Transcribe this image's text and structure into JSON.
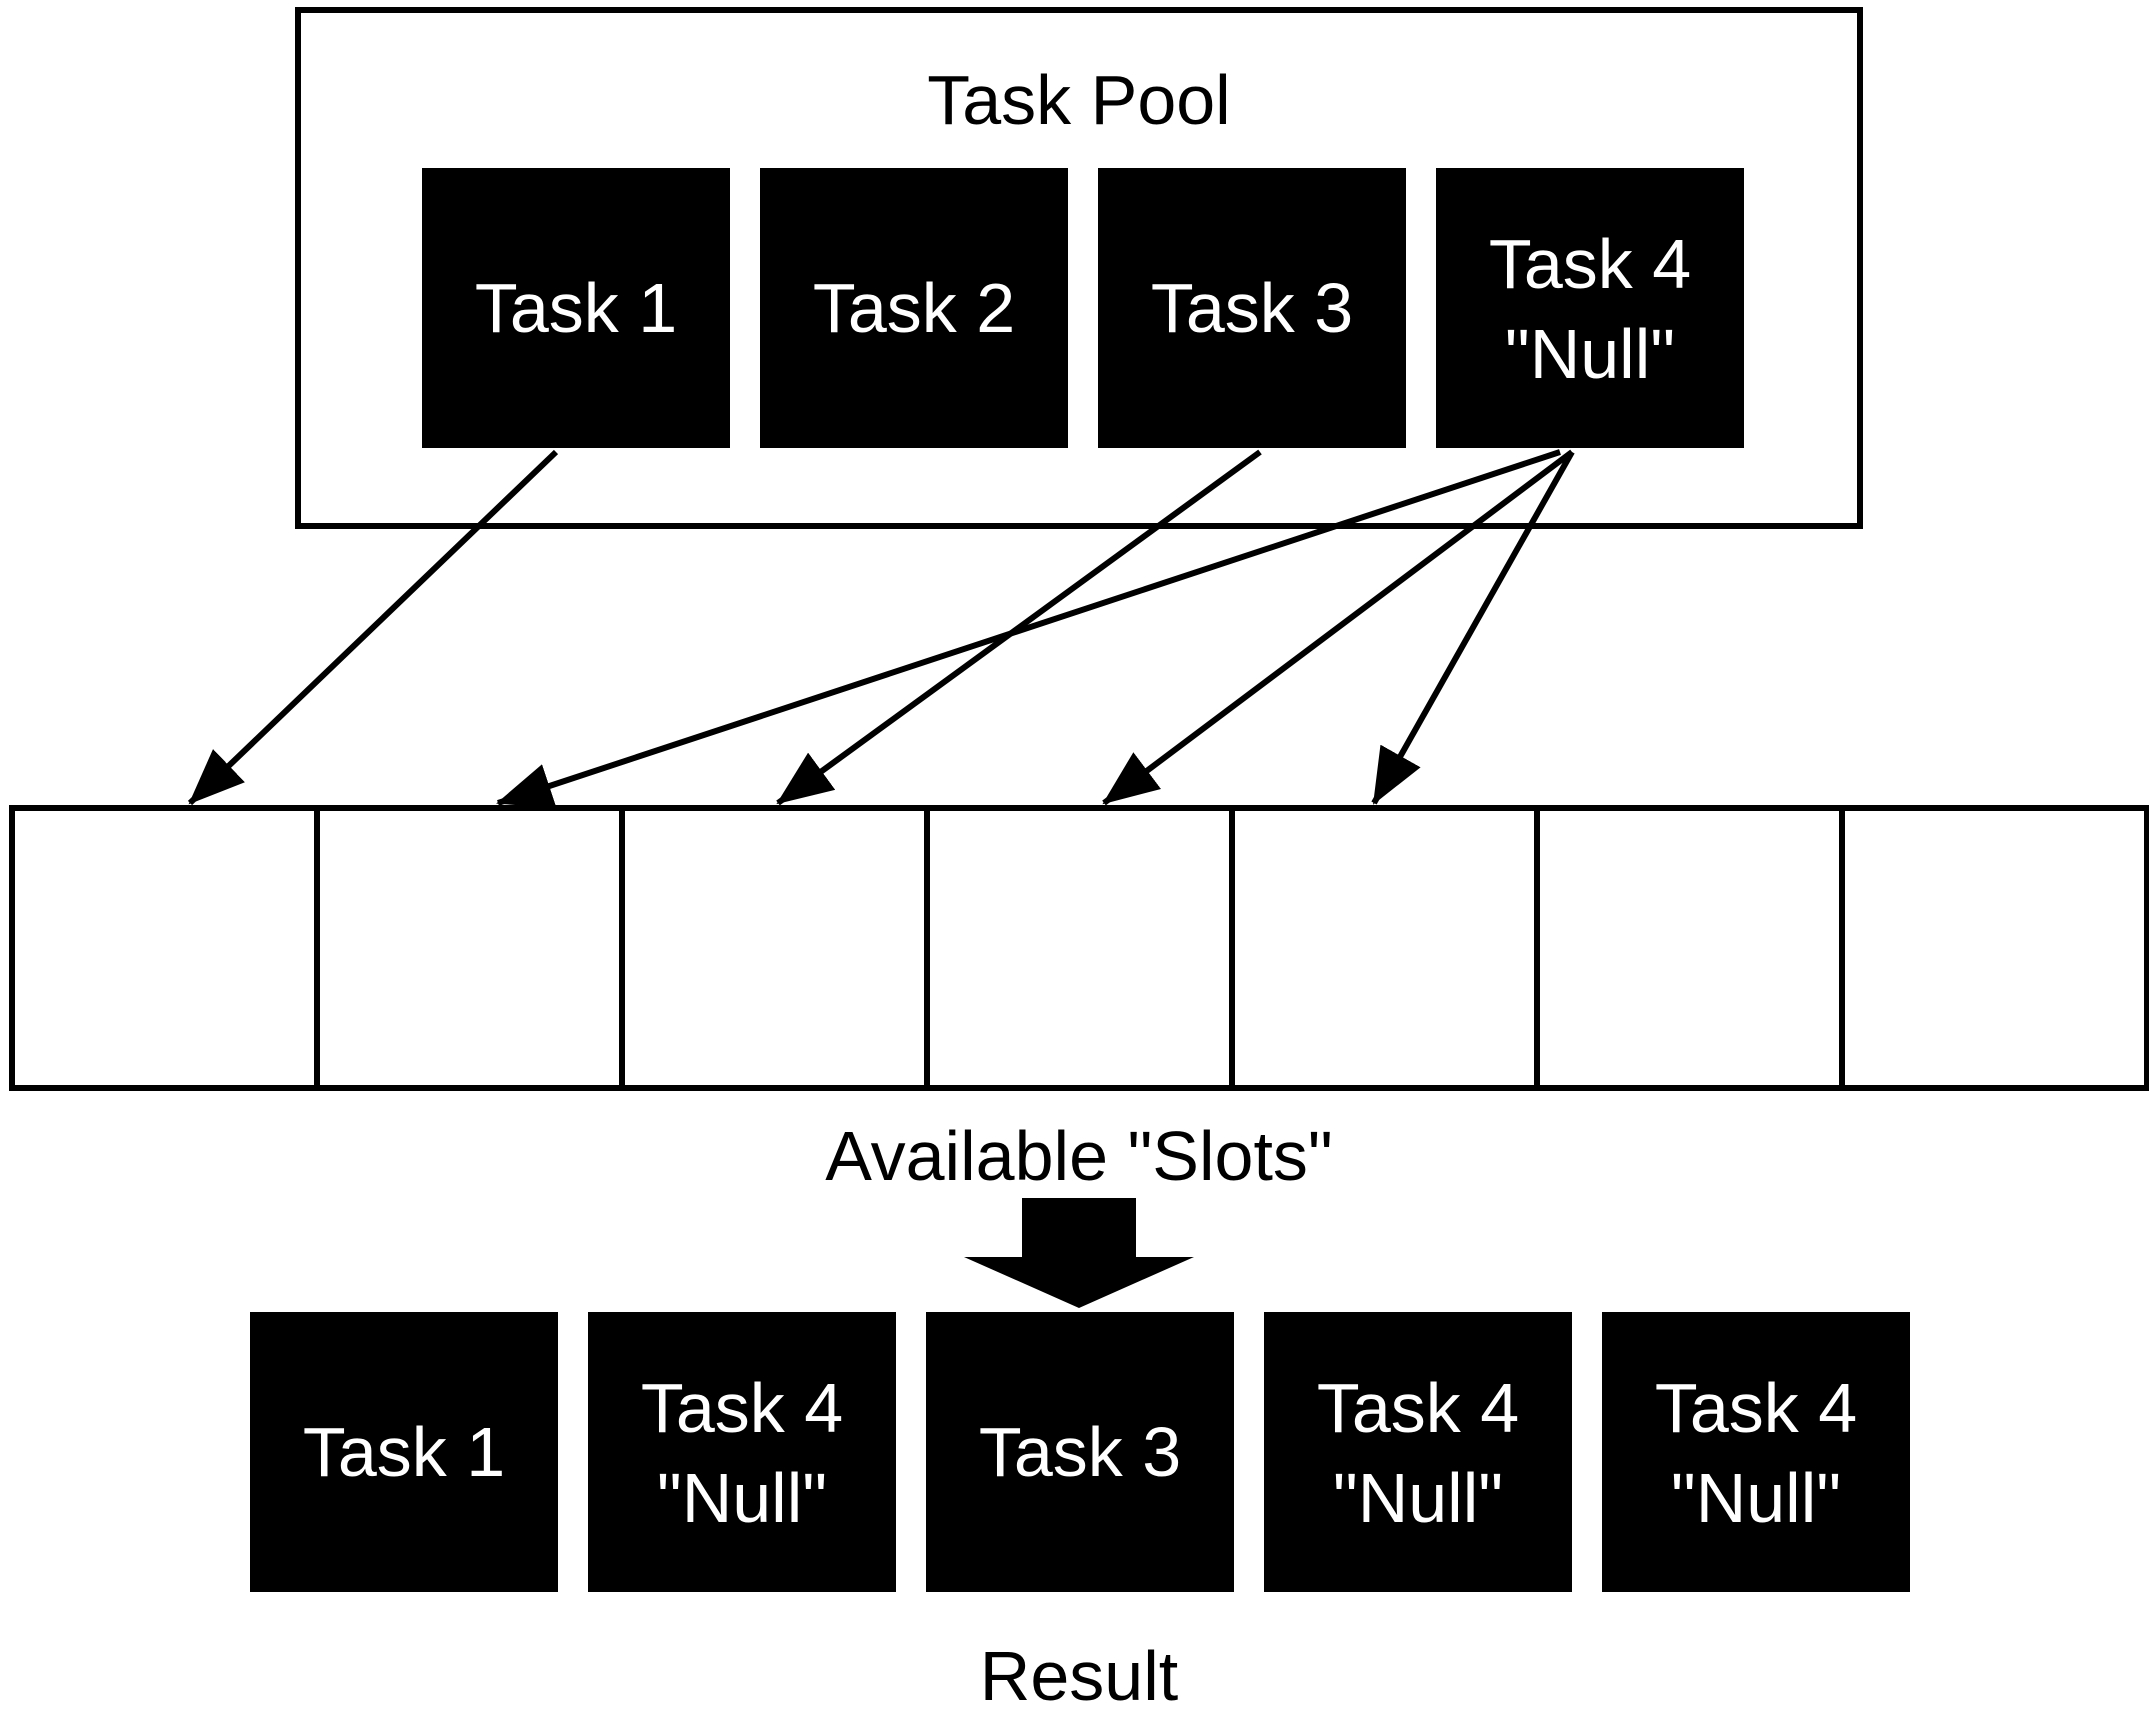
{
  "pool": {
    "title": "Task Pool",
    "tasks": [
      {
        "lines": [
          "Task 1"
        ]
      },
      {
        "lines": [
          "Task 2"
        ]
      },
      {
        "lines": [
          "Task 3"
        ]
      },
      {
        "lines": [
          "Task 4",
          "\"Null\""
        ]
      }
    ]
  },
  "slots": {
    "label": "Available \"Slots\"",
    "count": 7
  },
  "assignments": [
    {
      "task": "Task 1",
      "slot": 1
    },
    {
      "task": "Task 4",
      "slot": 2
    },
    {
      "task": "Task 3",
      "slot": 3
    },
    {
      "task": "Task 4",
      "slot": 4
    },
    {
      "task": "Task 4",
      "slot": 5
    }
  ],
  "result": {
    "label": "Result",
    "tasks": [
      {
        "lines": [
          "Task 1"
        ]
      },
      {
        "lines": [
          "Task 4",
          "\"Null\""
        ]
      },
      {
        "lines": [
          "Task 3"
        ]
      },
      {
        "lines": [
          "Task 4",
          "\"Null\""
        ]
      },
      {
        "lines": [
          "Task 4",
          "\"Null\""
        ]
      }
    ]
  },
  "colors": {
    "stroke": "#000000",
    "box_fill": "#000000",
    "box_text": "#ffffff",
    "background": "#ffffff"
  }
}
